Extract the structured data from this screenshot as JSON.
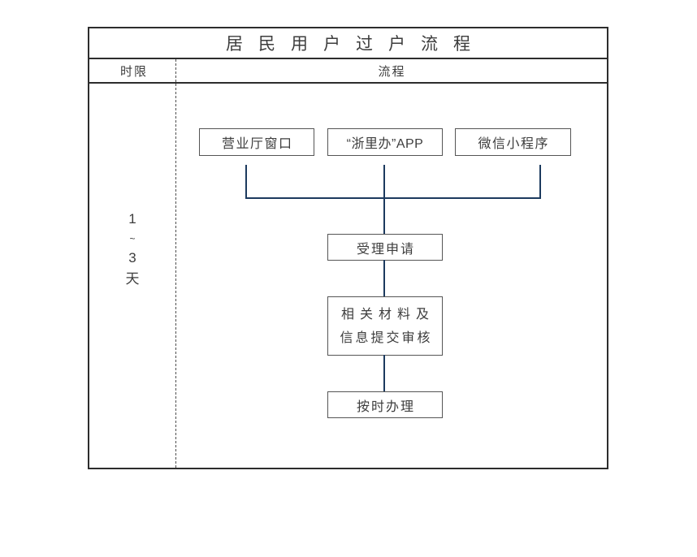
{
  "page": {
    "title": "居民用户过户流程"
  },
  "table": {
    "columns": {
      "time": "时限",
      "process": "流程"
    }
  },
  "time_limit": {
    "chars": [
      "1",
      "~",
      "3",
      "天"
    ]
  },
  "flow": {
    "channels": [
      {
        "label": "营业厅窗口"
      },
      {
        "label": "“浙里办”APP"
      },
      {
        "label": "微信小程序"
      }
    ],
    "steps": [
      {
        "label": "受理申请"
      },
      {
        "lines": [
          "相关材料及",
          "信息提交审核"
        ]
      },
      {
        "label": "按时办理"
      }
    ]
  },
  "colors": {
    "connector": "#1c3a5e",
    "frame": "#2d2d2d",
    "box": "#555555",
    "divider": "#4f4f4f",
    "text": "#3d3d3d"
  }
}
